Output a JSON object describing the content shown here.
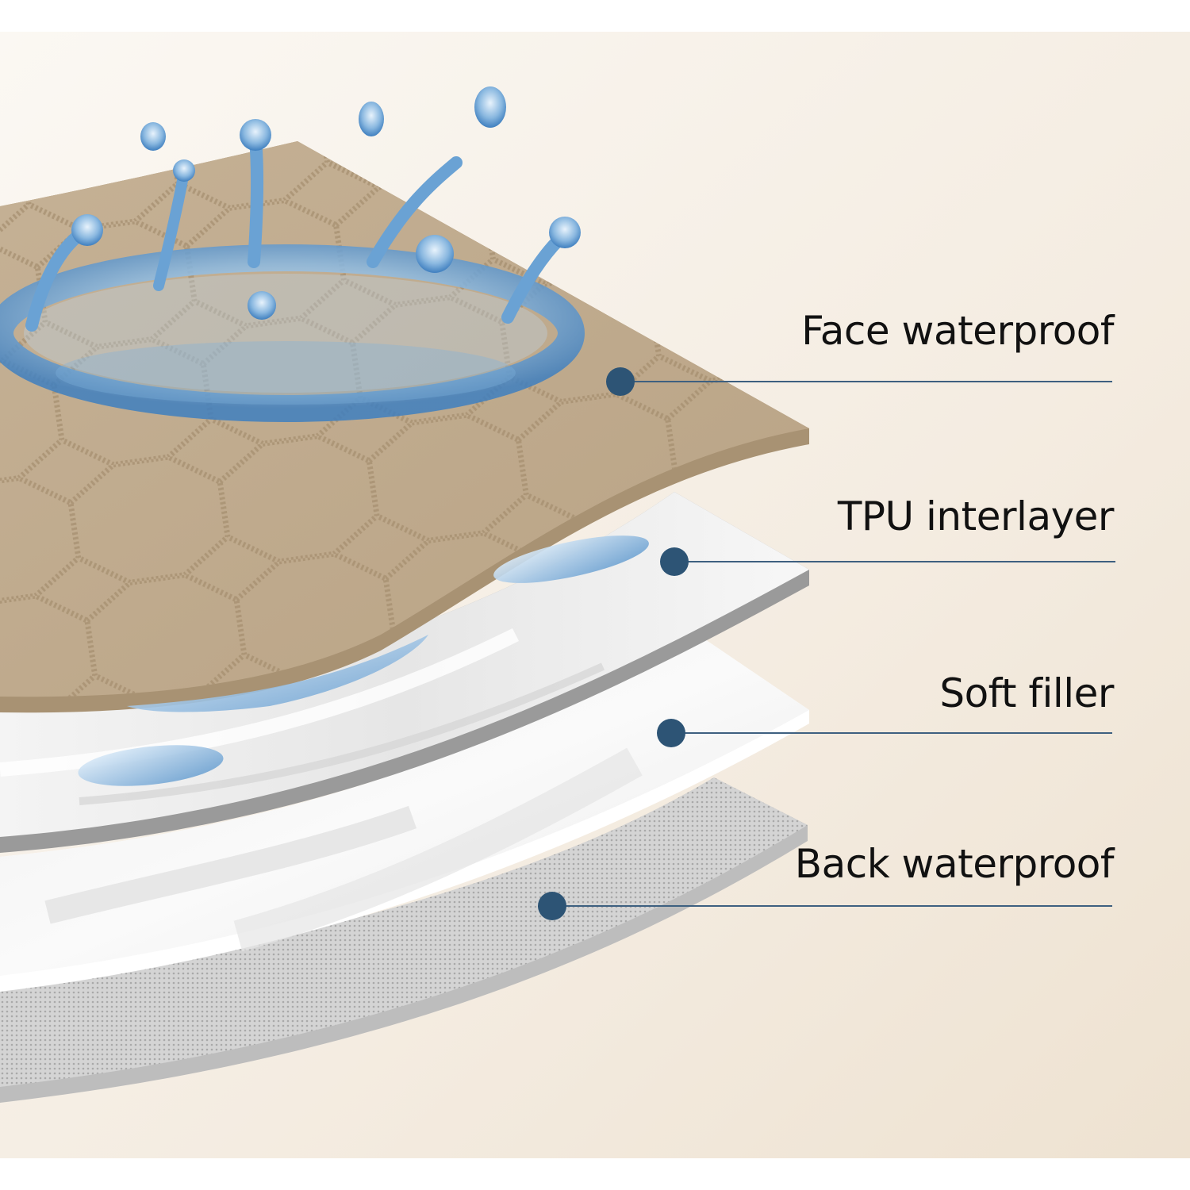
{
  "layers": [
    {
      "label": "Face waterproof",
      "color": "#c7b49a"
    },
    {
      "label": "TPU interlayer",
      "color": "#ededed"
    },
    {
      "label": "Soft filler",
      "color": "#f6f6f6"
    },
    {
      "label": "Back waterproof",
      "color": "#c9c9c9"
    }
  ],
  "colors": {
    "marker": "#2d5475",
    "leader_line": "#3e6080",
    "background": "#f2e9dc",
    "water": "#5d97cc"
  }
}
